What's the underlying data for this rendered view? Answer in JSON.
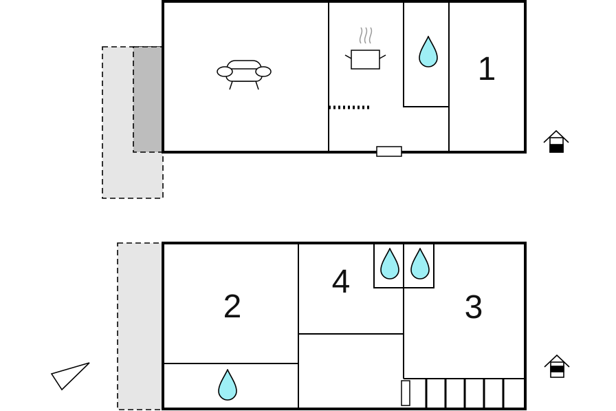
{
  "floors": [
    {
      "name": "ground-floor",
      "rooms": [
        {
          "id": "room-1",
          "number": "1",
          "icon": "bedroom-number"
        },
        {
          "id": "living-room",
          "number": "",
          "icon": "sofa-icon"
        },
        {
          "id": "kitchen",
          "number": "",
          "icon": "cooking-pot-icon"
        },
        {
          "id": "bathroom",
          "number": "",
          "icon": "water-drop-icon"
        }
      ],
      "level_icon": "house-ground-floor-icon"
    },
    {
      "name": "upper-floor",
      "rooms": [
        {
          "id": "room-2",
          "number": "2"
        },
        {
          "id": "room-3",
          "number": "3"
        },
        {
          "id": "room-4",
          "number": "4"
        },
        {
          "id": "bathroom-upper",
          "number": "",
          "icon": "water-drop-icon"
        },
        {
          "id": "double-sink",
          "number": "",
          "icon": "water-drop-icon"
        }
      ],
      "level_icon": "house-upper-floor-icon"
    }
  ],
  "colors": {
    "wall": "#000000",
    "water": "#9EEFF5",
    "terrace_light": "#E6E6E6",
    "terrace_dark": "#BDBDBD"
  },
  "labels": {
    "room1": "1",
    "room2": "2",
    "room3": "3",
    "room4": "4"
  }
}
